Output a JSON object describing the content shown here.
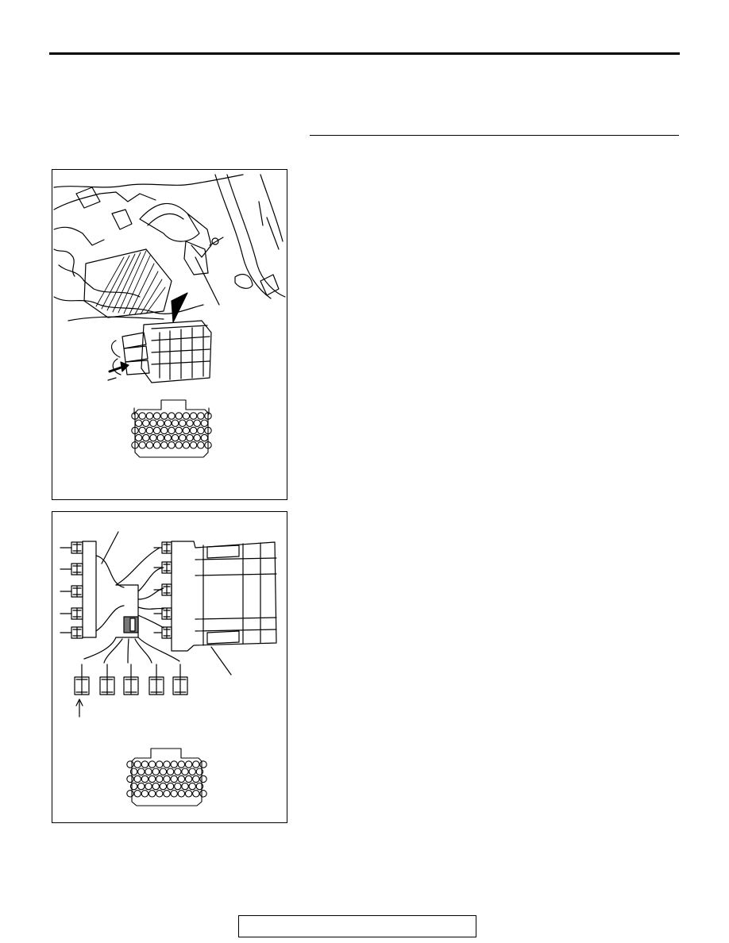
{
  "page": {
    "header": {},
    "figures": [
      {
        "id": "engine-bay-connector-view",
        "icon": "engine-compartment-illustration"
      },
      {
        "id": "harness-connector-check-view",
        "icon": "wiring-harness-illustration"
      }
    ],
    "footer": {
      "text": ""
    }
  }
}
